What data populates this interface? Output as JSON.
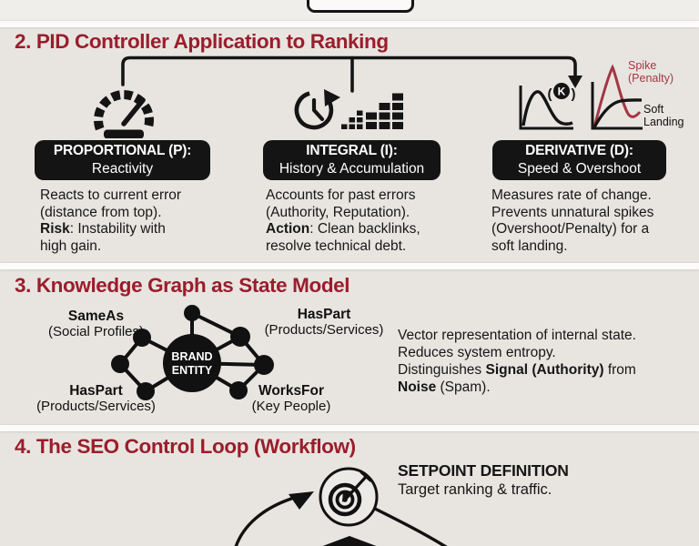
{
  "colors": {
    "accent_red": "#9b1d2b",
    "spike_red": "#a23744",
    "pill_bg": "#141414",
    "background": "#e8e5e1"
  },
  "pid": {
    "heading": "2. PID Controller Application to Ranking",
    "columns": [
      {
        "icon": "gauge",
        "pill_title": "PROPORTIONAL (P):",
        "pill_sub": "Reactivity",
        "line1": "Reacts to current error",
        "line2": "(distance from top).",
        "line3_bold": "Risk",
        "line3_rest": ": Instability with",
        "line4": "high gain."
      },
      {
        "icon": "clock-history-bars",
        "pill_title": "INTEGRAL (I):",
        "pill_sub": "History & Accumulation",
        "line1": "Accounts for past errors",
        "line2": "(Authority, Reputation).",
        "line3_bold": "Action",
        "line3_rest": ": Clean backlinks,",
        "line4": "resolve technical debt."
      },
      {
        "icon": "response-curves",
        "pill_title": "DERIVATIVE (D):",
        "pill_sub": "Speed & Overshoot",
        "line1": "Measures rate of change.",
        "line2": "Prevents unnatural spikes",
        "line3": "(Overshoot/Penalty) for a",
        "line4": "soft landing."
      }
    ],
    "k_open": "(",
    "k_label": "K",
    "k_close": ")",
    "spike_label_1": "Spike",
    "spike_label_2": "(Penalty)",
    "soft_label_1": "Soft",
    "soft_label_2": "Landing"
  },
  "knowledge": {
    "heading": "3. Knowledge Graph as State Model",
    "center_line1": "BRAND",
    "center_line2": "ENTITY",
    "sameas_title": "SameAs",
    "sameas_sub": "(Social Profiles)",
    "haspart_top_title": "HasPart",
    "haspart_top_sub": "(Products/Services)",
    "haspart_bottom_title": "HasPart",
    "haspart_bottom_sub": "(Products/Services)",
    "worksfor_title": "WorksFor",
    "worksfor_sub": "(Key People)",
    "desc_line1": "Vector representation of internal state.",
    "desc_line2": "Reduces system entropy.",
    "desc_line3_pre": "Distinguishes ",
    "desc_line3_bold": "Signal (Authority)",
    "desc_line3_post": " from",
    "desc_line4_bold": "Noise",
    "desc_line4_post": " (Spam)."
  },
  "loop": {
    "heading": "4. The SEO Control Loop (Workflow)",
    "step_title": "SETPOINT DEFINITION",
    "step_desc": "Target ranking & traffic."
  }
}
